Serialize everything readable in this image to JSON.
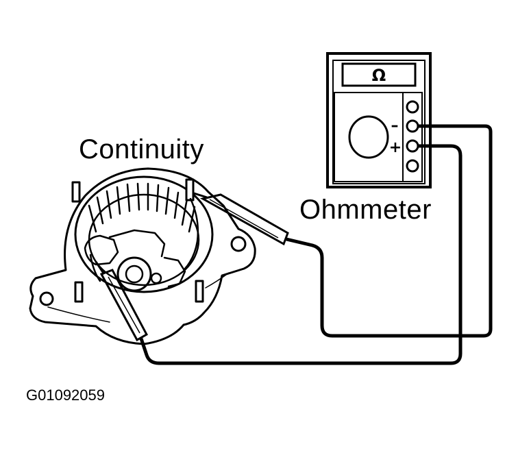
{
  "labels": {
    "continuity": "Continuity",
    "ohmmeter": "Ohmmeter",
    "figure_id": "G01092059"
  },
  "meter": {
    "display_symbol": "Ω",
    "minus_terminal": "–",
    "plus_terminal": "+"
  },
  "colors": {
    "ink": "#000000",
    "paper": "#ffffff"
  }
}
